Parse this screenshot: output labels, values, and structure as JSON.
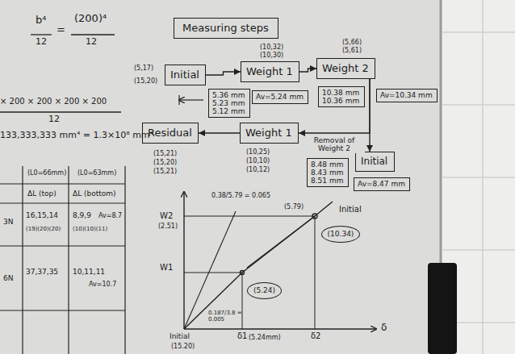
{
  "diagram": {
    "nodes": [
      {
        "text": [
          "Measuring steps"
        ]
      },
      {
        "text": [
          "Initial"
        ]
      },
      {
        "text": [
          "Weight 1"
        ]
      },
      {
        "text": [
          "Weight 2"
        ]
      },
      {
        "text": [
          "Residual"
        ]
      },
      {
        "text": [
          "Weight 1"
        ]
      },
      {
        "text": [
          "Initial"
        ]
      },
      {
        "text": [
          "5.36 mm",
          "5.23 mm",
          "5.12 mm"
        ]
      },
      {
        "text": [
          "Av=5.24 mm"
        ]
      },
      {
        "text": [
          "10.38 mm",
          "10.36 mm"
        ]
      },
      {
        "text": [
          "Av=10.34 mm"
        ]
      },
      {
        "text": [
          "8.48 mm",
          "8.43 mm",
          "8.51 mm"
        ]
      },
      {
        "text": [
          "Av=8.47 mm"
        ]
      },
      {
        "text": [
          "(10.34)"
        ]
      },
      {
        "text": [
          "(5.24)"
        ]
      }
    ],
    "edges": [
      {
        "from": 1,
        "to": 2,
        "arrow": "to"
      },
      {
        "from": 2,
        "to": 3,
        "arrow": "to"
      },
      {
        "from": 3,
        "to": 5,
        "label": "Removal of Weight 2",
        "arrow": "to"
      },
      {
        "from": 5,
        "to": 4,
        "arrow": "to"
      },
      {
        "from": 3,
        "to": 6,
        "arrow": "to"
      }
    ],
    "labels": [
      "b⁴",
      "12",
      "=",
      "(200)⁴",
      "12",
      "× 200 × 200 × 200 × 200",
      "12",
      "133,333,333 mm⁴ = 1.3×10⁸ mm⁴",
      "(L0=66mm)",
      "(L0=63mm)",
      "ΔL (top)",
      "ΔL (bottom)",
      "3N",
      "16,15,14",
      "(19)(20)(20)",
      "8,9,9",
      "Av=8.7",
      "(10)(10)(11)",
      "6N",
      "37,37,35",
      "10,11,11",
      "Av=10.7",
      "(5,17)",
      "(15,20)",
      "(10,32)",
      "(10,30)",
      "(5,66)",
      "(5,61)",
      "(15,21)",
      "(15,20)",
      "(15,21)",
      "(10,25)",
      "(10,10)",
      "(10,12)",
      "W2",
      "(2.51)",
      "W1",
      "0.38/5.79 = 0.065",
      "0.187/3.8 = 0.005",
      "(5.79)",
      "Initial",
      "Initial",
      "(15.20)",
      "δ1",
      "(5.24mm)",
      "δ2",
      "δ"
    ]
  }
}
